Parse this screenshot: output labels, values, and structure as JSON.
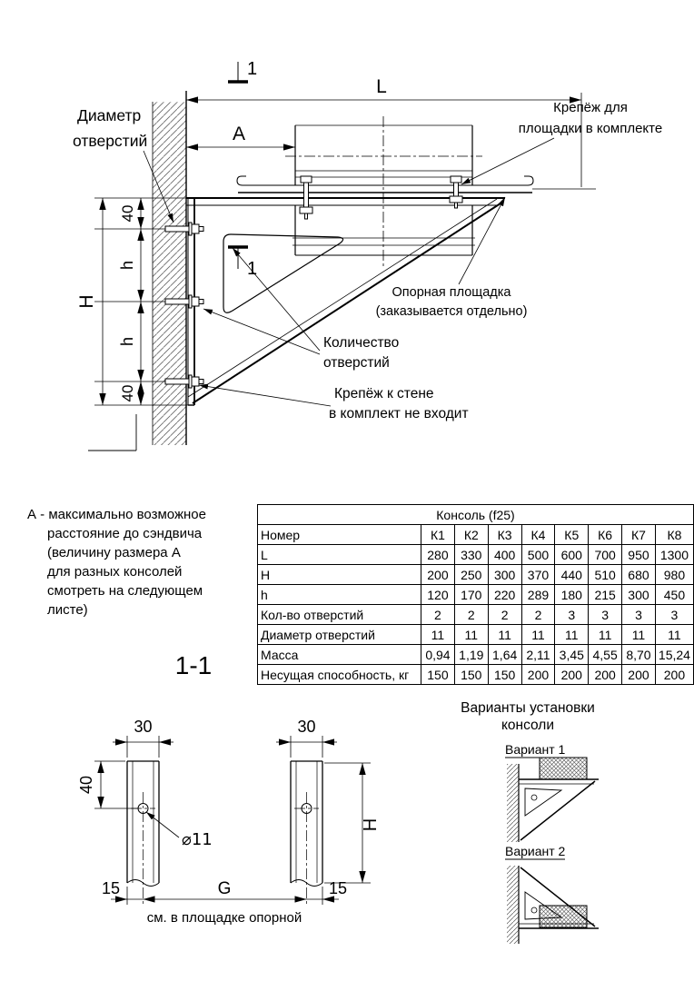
{
  "main_drawing": {
    "section_cut": "1",
    "dim_L": "L",
    "dim_A": "A",
    "dim_H": "H",
    "dim_h": "h",
    "dim_40": "40",
    "labels": {
      "hole_diameter_1": "Диаметр",
      "hole_diameter_2": "отверстий",
      "platform_fastener_1": "Крепёж для",
      "platform_fastener_2": "площадки в комплекте",
      "support_platform_1": "Опорная площадка",
      "support_platform_2": "(заказывается отдельно)",
      "hole_count_1": "Количество",
      "hole_count_2": "отверстий",
      "wall_fastener_1": "Крепёж к стене",
      "wall_fastener_2": "в комплект не входит"
    }
  },
  "note_a": "А - максимально возможное\nрасстояние до сэндвича\n(величину размера А\nдля разных консолей\nсмотреть на следующем\nлисте)",
  "table": {
    "title": "Консоль (f25)",
    "header": [
      "Номер",
      "К1",
      "К2",
      "К3",
      "К4",
      "К5",
      "К6",
      "К7",
      "К8"
    ],
    "rows": [
      [
        "L",
        "280",
        "330",
        "400",
        "500",
        "600",
        "700",
        "950",
        "1300"
      ],
      [
        "H",
        "200",
        "250",
        "300",
        "370",
        "440",
        "510",
        "680",
        "980"
      ],
      [
        "h",
        "120",
        "170",
        "220",
        "289",
        "180",
        "215",
        "300",
        "450"
      ],
      [
        "Кол-во отверстий",
        "2",
        "2",
        "2",
        "2",
        "3",
        "3",
        "3",
        "3"
      ],
      [
        "Диаметр отверстий",
        "11",
        "11",
        "11",
        "11",
        "11",
        "11",
        "11",
        "11"
      ],
      [
        "Масса",
        "0,94",
        "1,19",
        "1,64",
        "2,11",
        "3,45",
        "4,55",
        "8,70",
        "15,24"
      ],
      [
        "Несущая способность, кг",
        "150",
        "150",
        "150",
        "200",
        "200",
        "200",
        "200",
        "200"
      ]
    ]
  },
  "section_view": {
    "title": "1-1",
    "dim_30": "30",
    "dim_40": "40",
    "dim_15": "15",
    "dim_G": "G",
    "dim_H": "H",
    "dia_label": "⌀11",
    "note": "см. в площадке опорной"
  },
  "variants": {
    "title_1": "Варианты установки",
    "title_2": "консоли",
    "v1": "Вариант 1",
    "v2": "Вариант 2"
  }
}
